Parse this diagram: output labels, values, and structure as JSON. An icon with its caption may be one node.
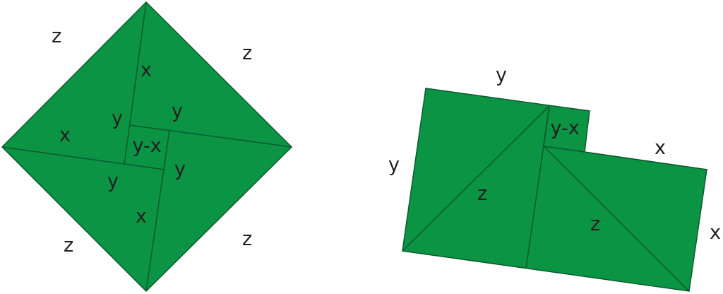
{
  "diagram": {
    "labels": [
      "z",
      "z",
      "x",
      "y",
      "y",
      "x",
      "y-x",
      "y",
      "y",
      "x",
      "z",
      "z",
      "y",
      "y-x",
      "x",
      "y",
      "z",
      "z",
      "x"
    ]
  }
}
